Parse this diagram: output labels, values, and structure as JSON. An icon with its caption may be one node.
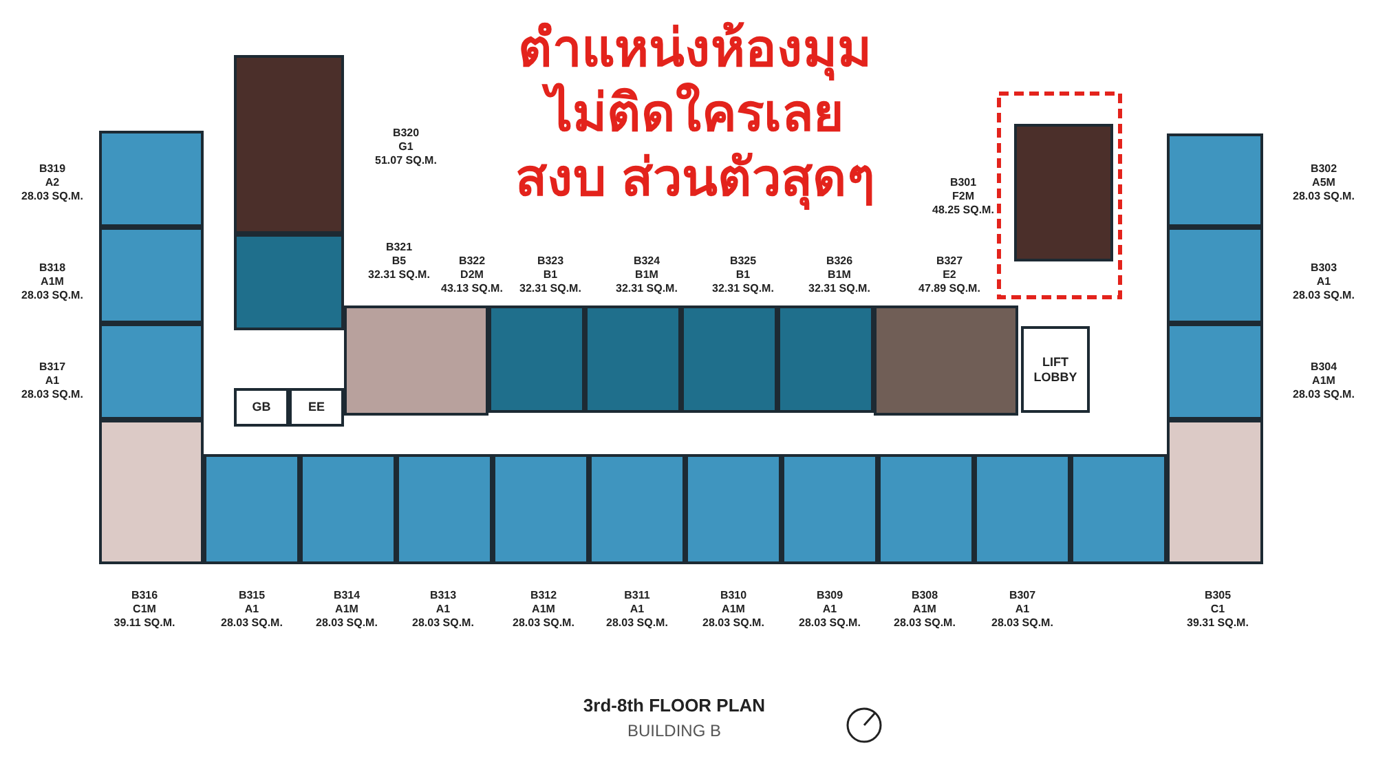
{
  "diagram": {
    "title": "3rd-8th FLOOR PLAN",
    "caption": "BUILDING B",
    "nodes": [
      {
        "text": [
          "B320",
          "G1",
          "51.07 SQ.M."
        ]
      },
      {
        "text": [
          "B319",
          "A2",
          "28.03 SQ.M."
        ]
      },
      {
        "text": [
          "B321",
          "B5",
          "32.31 SQ.M."
        ]
      },
      {
        "text": [
          "B322",
          "D2M",
          "43.13 SQ.M."
        ]
      },
      {
        "text": [
          "B323",
          "B1",
          "32.31 SQ.M."
        ]
      },
      {
        "text": [
          "B324",
          "B1M",
          "32.31 SQ.M."
        ]
      },
      {
        "text": [
          "B325",
          "B1",
          "32.31 SQ.M."
        ]
      },
      {
        "text": [
          "B326",
          "B1M",
          "32.31 SQ.M."
        ]
      },
      {
        "text": [
          "B327",
          "E2",
          "47.89 SQ.M."
        ]
      },
      {
        "text": [
          "B301",
          "F2M",
          "48.25 SQ.M."
        ]
      },
      {
        "text": [
          "B302",
          "A5M",
          "28.03 SQ.M."
        ]
      },
      {
        "text": [
          "B318",
          "A1M",
          "28.03 SQ.M."
        ]
      },
      {
        "text": [
          "B303",
          "A1",
          "28.03 SQ.M."
        ]
      },
      {
        "text": [
          "LIFT LOBBY"
        ]
      },
      {
        "text": [
          "B317",
          "A1",
          "28.03 SQ.M."
        ]
      },
      {
        "text": [
          "B304",
          "A1M",
          "28.03 SQ.M."
        ]
      },
      {
        "text": [
          "GB"
        ]
      },
      {
        "text": [
          "EE"
        ]
      },
      {
        "text": [
          "B316",
          "C1M",
          "39.11 SQ.M."
        ]
      },
      {
        "text": [
          "B315",
          "A1",
          "28.03 SQ.M."
        ]
      },
      {
        "text": [
          "B314",
          "A1M",
          "28.03 SQ.M."
        ]
      },
      {
        "text": [
          "B313",
          "A1",
          "28.03 SQ.M."
        ]
      },
      {
        "text": [
          "B312",
          "A1M",
          "28.03 SQ.M."
        ]
      },
      {
        "text": [
          "B311",
          "A1",
          "28.03 SQ.M."
        ]
      },
      {
        "text": [
          "B310",
          "A1M",
          "28.03 SQ.M."
        ]
      },
      {
        "text": [
          "B309",
          "A1",
          "28.03 SQ.M."
        ]
      },
      {
        "text": [
          "B308",
          "A1M",
          "28.03 SQ.M."
        ]
      },
      {
        "text": [
          "B307",
          "A1",
          "28.03 SQ.M."
        ]
      },
      {
        "text": [],
        "shape": "box"
      },
      {
        "text": [
          "B305",
          "C1",
          "39.31 SQ.M."
        ]
      }
    ],
    "labels": [
      "ตำแหน่งห้องมุม",
      "ไม่ติดใครเลย",
      "สงบ ส่วนตัวสุดๆ"
    ]
  }
}
